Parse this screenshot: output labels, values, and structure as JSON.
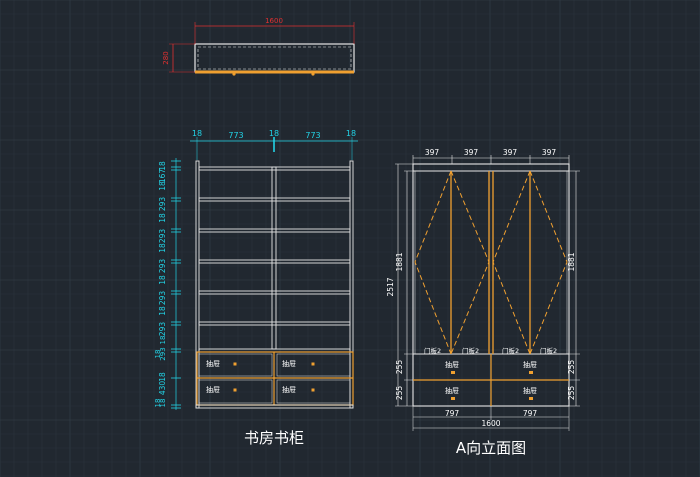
{
  "colors": {
    "background": "#212830",
    "grid_minor": "#2b333c",
    "grid_major": "#34404b",
    "frame": "#e6e6e6",
    "dimension": "#22d3e6",
    "accent": "#f0a030",
    "title_dimension": "#e03030",
    "label": "#ffffff"
  },
  "top_view": {
    "width_dim": "1600",
    "depth_dim": "280"
  },
  "bookcase": {
    "title": "书房书柜",
    "top_dims": [
      "18",
      "773",
      "18",
      "773",
      "18"
    ],
    "left_dims": [
      "18",
      "167",
      "18",
      "293",
      "18",
      "293",
      "18",
      "293",
      "18",
      "293",
      "18",
      "293",
      "18",
      "293",
      "18",
      "18",
      "430",
      "18",
      "18"
    ],
    "drawer_labels": [
      "抽屉",
      "抽屉",
      "抽屉",
      "抽屉"
    ]
  },
  "elevation": {
    "title": "A向立面图",
    "top_dims": [
      "397",
      "397",
      "397",
      "397"
    ],
    "left_dim_total": "2517",
    "left_dim_upper": "1881",
    "left_dim_lower_1": "255",
    "left_dim_lower_2": "255",
    "right_dim_upper": "1881",
    "right_dim_lower_1": "255",
    "right_dim_lower_2": "255",
    "bottom_dims": [
      "797",
      "797"
    ],
    "bottom_total": "1600",
    "door_labels": [
      "门板2",
      "门板2",
      "门板2",
      "门板2"
    ],
    "drawer_labels": [
      "抽屉",
      "抽屉",
      "抽屉",
      "抽屉"
    ]
  }
}
